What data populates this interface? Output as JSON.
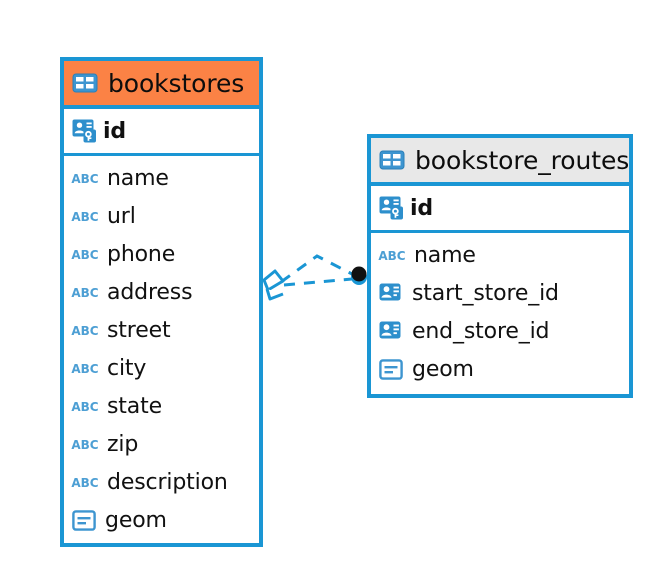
{
  "diagram": {
    "type": "entity-relationship-diagram",
    "background": "#ffffff",
    "accent_blue": "#1a96d4",
    "accent_orange": "#fb8245",
    "header_gray": "#e8e8e8"
  },
  "entities": [
    {
      "name": "bookstores",
      "header_color": "#fb8245",
      "primary_key": {
        "icon": "primary-key-icon",
        "label": "id"
      },
      "fields": [
        {
          "icon": "abc-icon",
          "icon_text": "ABC",
          "label": "name"
        },
        {
          "icon": "abc-icon",
          "icon_text": "ABC",
          "label": "url"
        },
        {
          "icon": "abc-icon",
          "icon_text": "ABC",
          "label": "phone"
        },
        {
          "icon": "abc-icon",
          "icon_text": "ABC",
          "label": "address"
        },
        {
          "icon": "abc-icon",
          "icon_text": "ABC",
          "label": "street"
        },
        {
          "icon": "abc-icon",
          "icon_text": "ABC",
          "label": "city"
        },
        {
          "icon": "abc-icon",
          "icon_text": "ABC",
          "label": "state"
        },
        {
          "icon": "abc-icon",
          "icon_text": "ABC",
          "label": "zip"
        },
        {
          "icon": "abc-icon",
          "icon_text": "ABC",
          "label": "description"
        },
        {
          "icon": "geometry-icon",
          "label": "geom"
        }
      ]
    },
    {
      "name": "bookstore_routes",
      "header_color": "#e8e8e8",
      "primary_key": {
        "icon": "primary-key-icon",
        "label": "id"
      },
      "fields": [
        {
          "icon": "abc-icon",
          "icon_text": "ABC",
          "label": "name"
        },
        {
          "icon": "foreign-key-icon",
          "label": "start_store_id"
        },
        {
          "icon": "foreign-key-icon",
          "label": "end_store_id"
        },
        {
          "icon": "geometry-icon",
          "label": "geom"
        }
      ]
    }
  ],
  "relationship": {
    "name": "bookstores-to-bookstore-routes",
    "line_style": "dashed",
    "line_color": "#1a96d4",
    "source_marker": "diamond-marker",
    "target_marker": "filled-circle-marker",
    "cardinality_lines": 2
  }
}
